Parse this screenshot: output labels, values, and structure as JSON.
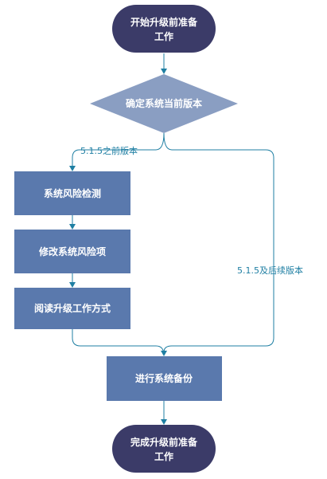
{
  "colors": {
    "terminal_fill": "#3b3b68",
    "process_fill": "#5a79ad",
    "decision_fill": "#8a9ec2",
    "connector": "#1f7fa3",
    "label_text": "#1f7fa3"
  },
  "nodes": {
    "start": {
      "line1": "开始升级前准备",
      "line2": "工作"
    },
    "decision": {
      "label": "确定系统当前版本"
    },
    "step1": {
      "label": "系统风险检测"
    },
    "step2": {
      "label": "修改系统风险项"
    },
    "step3": {
      "label": "阅读升级工作方式"
    },
    "backup": {
      "label": "进行系统备份"
    },
    "end": {
      "line1": "完成升级前准备",
      "line2": "工作"
    }
  },
  "edges": {
    "before_515": "5.1.5之前版本",
    "after_515": "5.1.5及后续版本"
  }
}
